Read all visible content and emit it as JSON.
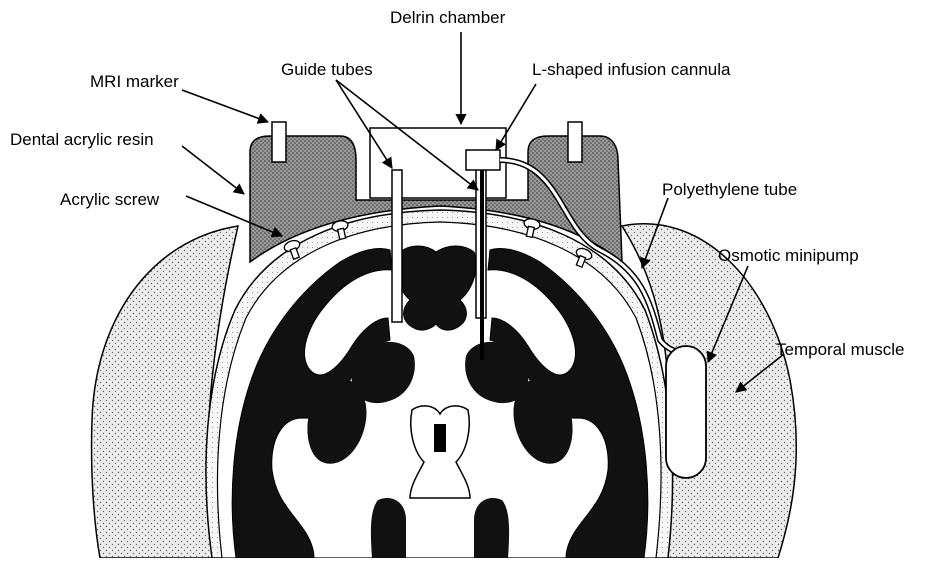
{
  "labels": {
    "delrin_chamber": "Delrin chamber",
    "mri_marker": "MRI marker",
    "guide_tubes": "Guide tubes",
    "l_shaped_cannula": "L-shaped infusion cannula",
    "dental_acrylic": "Dental acrylic resin",
    "acrylic_screw": "Acrylic screw",
    "polyethylene_tube": "Polyethylene tube",
    "osmotic_minipump": "Osmotic minipump",
    "temporal_muscle": "Temporal muscle"
  },
  "colors": {
    "ink": "#000000",
    "paper": "#ffffff",
    "acrylic_fill": "#8a8a8a",
    "muscle_fill": "#e2e2e2"
  }
}
